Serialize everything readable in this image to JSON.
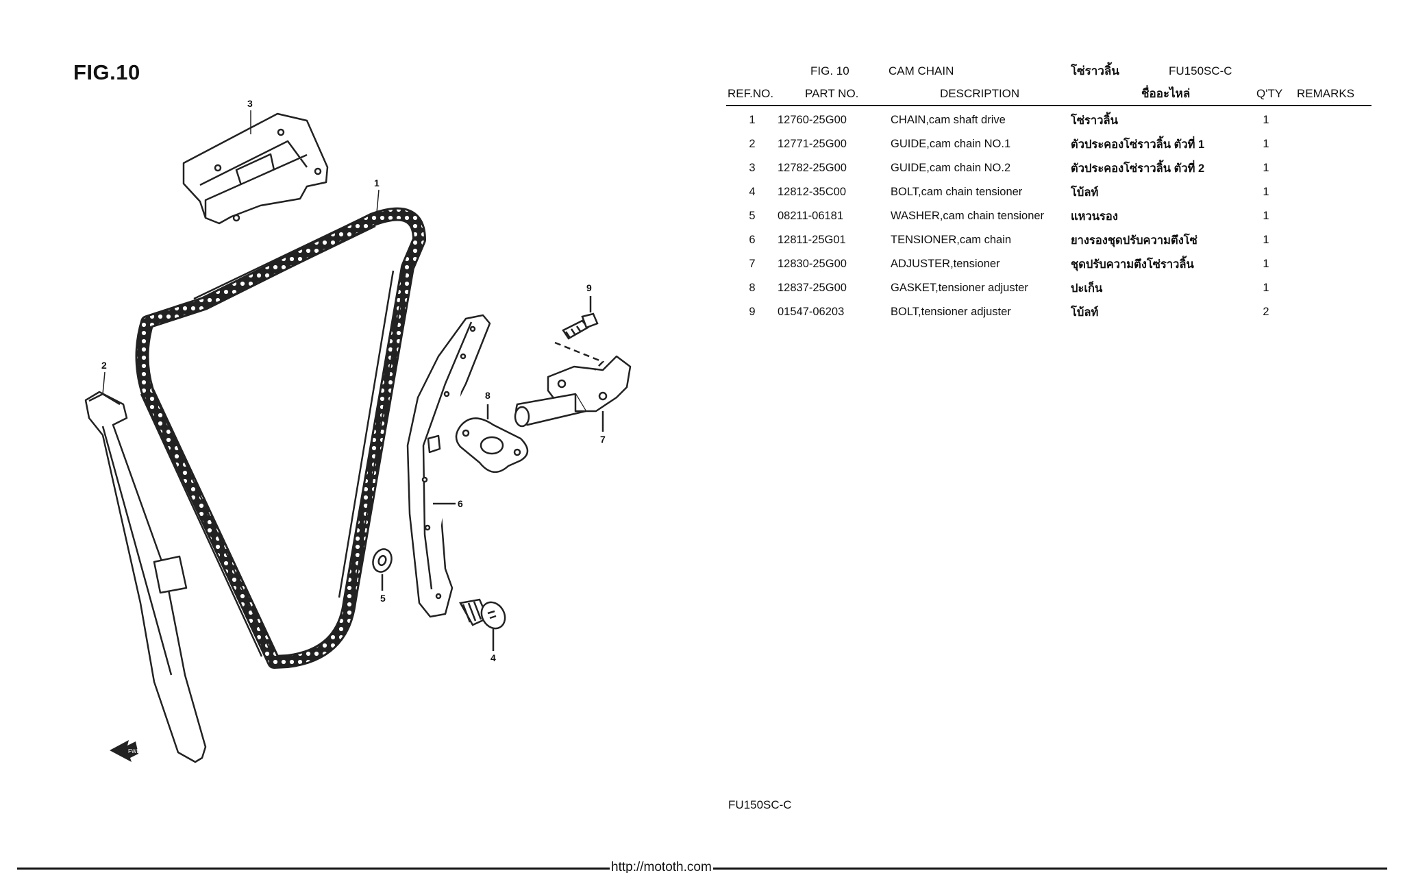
{
  "figure": {
    "title": "FIG.10"
  },
  "header": {
    "fig_no": "FIG. 10",
    "group_name": "CAM CHAIN",
    "group_name_thai": "โซ่ราวลิ้น",
    "model": "FU150SC-C"
  },
  "columns": {
    "ref_no": "REF.NO.",
    "part_no": "PART NO.",
    "description": "DESCRIPTION",
    "thai_name": "ชื่ออะไหล่",
    "qty": "Q'TY",
    "remarks": "REMARKS"
  },
  "parts": [
    {
      "ref": "1",
      "part_no": "12760-25G00",
      "description": "CHAIN,cam shaft drive",
      "thai": "โซ่ราวลิ้น",
      "qty": "1",
      "remarks": ""
    },
    {
      "ref": "2",
      "part_no": "12771-25G00",
      "description": "GUIDE,cam chain NO.1",
      "thai": "ตัวประคองโซ่ราวลิ้น ตัวที่ 1",
      "qty": "1",
      "remarks": ""
    },
    {
      "ref": "3",
      "part_no": "12782-25G00",
      "description": "GUIDE,cam chain NO.2",
      "thai": "ตัวประคองโซ่ราวลิ้น ตัวที่ 2",
      "qty": "1",
      "remarks": ""
    },
    {
      "ref": "4",
      "part_no": "12812-35C00",
      "description": "BOLT,cam chain tensioner",
      "thai": "โบ้ลท์",
      "qty": "1",
      "remarks": ""
    },
    {
      "ref": "5",
      "part_no": "08211-06181",
      "description": "WASHER,cam chain tensioner",
      "thai": "แหวนรอง",
      "qty": "1",
      "remarks": ""
    },
    {
      "ref": "6",
      "part_no": "12811-25G01",
      "description": "TENSIONER,cam chain",
      "thai": "ยางรองชุดปรับความตึงโซ่",
      "qty": "1",
      "remarks": ""
    },
    {
      "ref": "7",
      "part_no": "12830-25G00",
      "description": "ADJUSTER,tensioner",
      "thai": "ชุดปรับความตึงโซ่ราวลิ้น",
      "qty": "1",
      "remarks": ""
    },
    {
      "ref": "8",
      "part_no": "12837-25G00",
      "description": "GASKET,tensioner adjuster",
      "thai": "ปะเก็น",
      "qty": "1",
      "remarks": ""
    },
    {
      "ref": "9",
      "part_no": "01547-06203",
      "description": "BOLT,tensioner adjuster",
      "thai": "โบ้ลท์",
      "qty": "2",
      "remarks": ""
    }
  ],
  "callouts": [
    "1",
    "2",
    "3",
    "4",
    "5",
    "6",
    "7",
    "8",
    "9"
  ],
  "footer": {
    "model": "FU150SC-C",
    "url": "http://mototh.com"
  },
  "icons": {
    "front_arrow": "fwd-arrow-icon"
  }
}
